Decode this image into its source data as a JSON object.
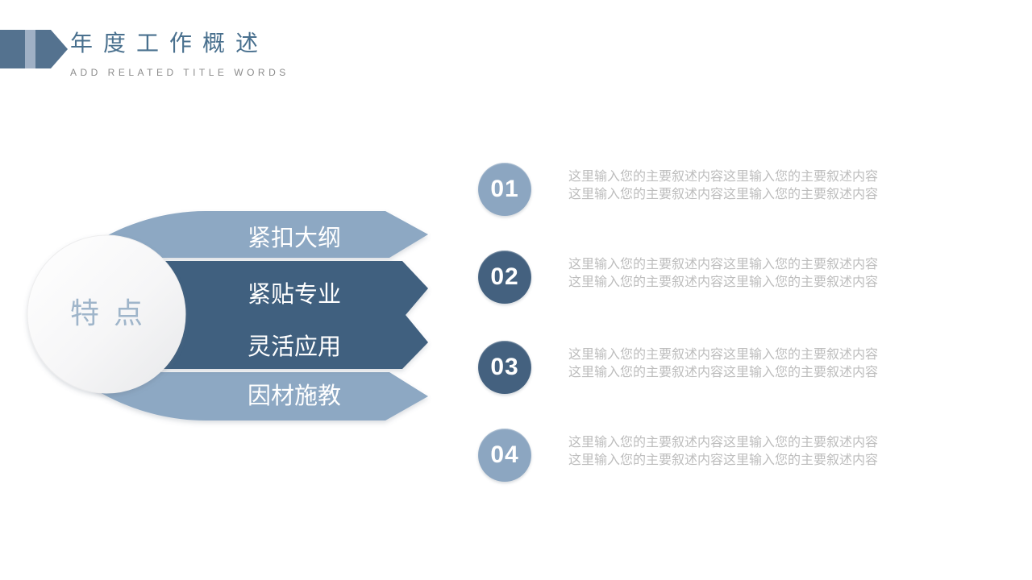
{
  "header": {
    "title": "年度工作概述",
    "subtitle": "ADD RELATED TITLE WORDS"
  },
  "feature": {
    "label": "特点",
    "banners": [
      {
        "label": "紧扣大纲",
        "tone": "light"
      },
      {
        "label": "紧贴专业",
        "tone": "dark"
      },
      {
        "label": "灵活应用",
        "tone": "dark"
      },
      {
        "label": "因材施教",
        "tone": "light"
      }
    ]
  },
  "items": [
    {
      "number": "01",
      "tone": "light",
      "lines": [
        "这里输入您的主要叙述内容这里输入您的主要叙述内容",
        "这里输入您的主要叙述内容这里输入您的主要叙述内容"
      ]
    },
    {
      "number": "02",
      "tone": "dark",
      "lines": [
        "这里输入您的主要叙述内容这里输入您的主要叙述内容",
        "这里输入您的主要叙述内容这里输入您的主要叙述内容"
      ]
    },
    {
      "number": "03",
      "tone": "dark",
      "lines": [
        "这里输入您的主要叙述内容这里输入您的主要叙述内容",
        "这里输入您的主要叙述内容这里输入您的主要叙述内容"
      ]
    },
    {
      "number": "04",
      "tone": "light",
      "lines": [
        "这里输入您的主要叙述内容这里输入您的主要叙述内容",
        "这里输入您的主要叙述内容这里输入您的主要叙述内容"
      ]
    }
  ],
  "colors": {
    "banner_light": "#8DA8C3",
    "banner_dark": "#41607F",
    "deco_dark": "#54728F",
    "deco_light": "#9FB0C5",
    "circle_light": "#8CA6C1",
    "circle_dark": "#44617F",
    "title_text": "#49708E",
    "subtitle_text": "#8C8C8C",
    "body_text": "#BDBDBD",
    "feature_text": "#9FB5CA",
    "banner_text": "#FFFFFF"
  }
}
